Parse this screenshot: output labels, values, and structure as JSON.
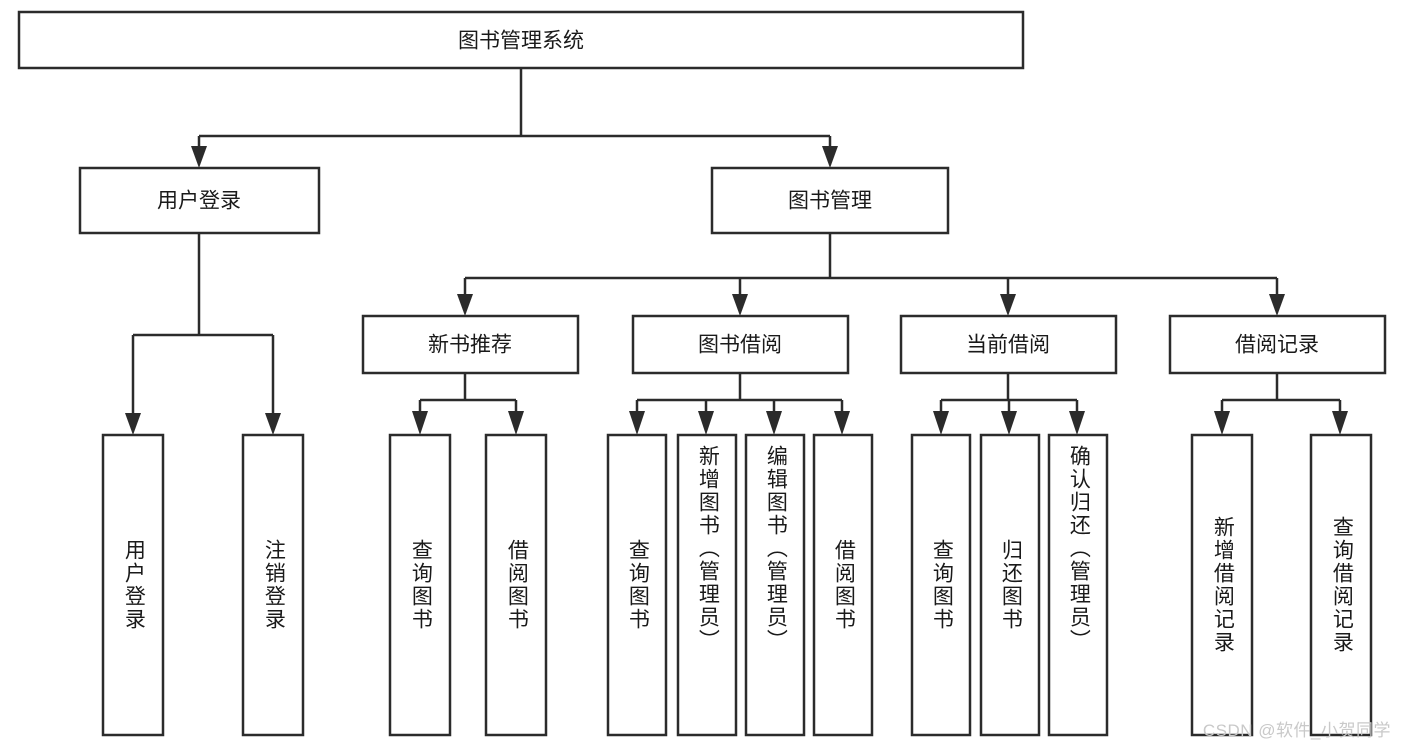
{
  "diagram": {
    "type": "tree-flowchart",
    "title": "图书管理系统",
    "watermark": "CSDN @软件_小贺同学",
    "colors": {
      "background": "#ffffff",
      "box_stroke": "#2b2b2b",
      "box_fill": "#ffffff",
      "text": "#1a1a1a",
      "watermark": "#c9c9c9"
    },
    "levels": {
      "root": {
        "label": "图书管理系统"
      },
      "level2": [
        {
          "label": "用户登录"
        },
        {
          "label": "图书管理"
        }
      ],
      "level3": [
        {
          "label": "新书推荐"
        },
        {
          "label": "图书借阅"
        },
        {
          "label": "当前借阅"
        },
        {
          "label": "借阅记录"
        }
      ],
      "leaves": {
        "user_login": [
          {
            "label": "用户登录"
          },
          {
            "label": "注销登录"
          }
        ],
        "new_book_recommend": [
          {
            "label": "查询图书"
          },
          {
            "label": "借阅图书"
          }
        ],
        "book_borrow": [
          {
            "label": "查询图书"
          },
          {
            "label": "新增图书（管理员）"
          },
          {
            "label": "编辑图书（管理员）"
          },
          {
            "label": "借阅图书"
          }
        ],
        "current_borrow": [
          {
            "label": "查询图书"
          },
          {
            "label": "归还图书"
          },
          {
            "label": "确认归还（管理员）"
          }
        ],
        "borrow_record": [
          {
            "label": "新增借阅记录"
          },
          {
            "label": "查询借阅记录"
          }
        ]
      }
    }
  }
}
